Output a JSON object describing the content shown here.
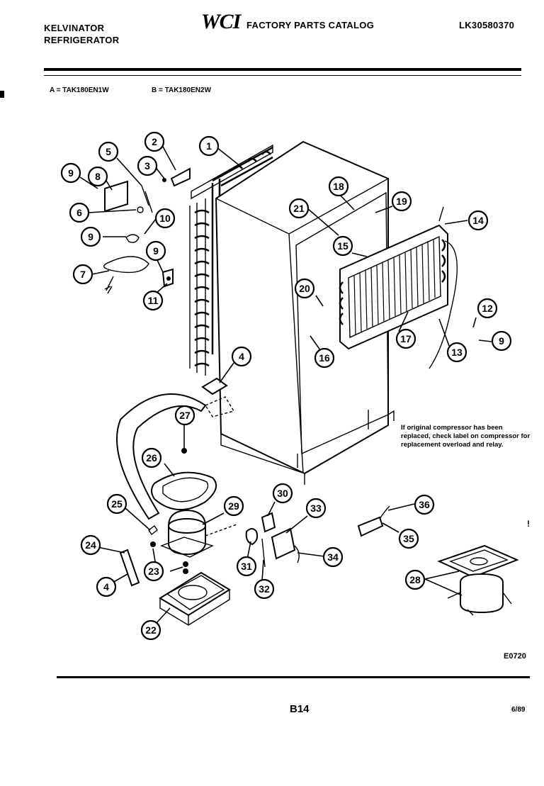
{
  "header": {
    "brand_line1": "KELVINATOR",
    "brand_line2": "REFRIGERATOR",
    "logo_text": "WCI",
    "catalog_title": "FACTORY PARTS CATALOG",
    "catalog_number": "LK30580370"
  },
  "models": {
    "a": "A = TAK180EN1W",
    "b": "B = TAK180EN2W"
  },
  "note": "If original compressor has been replaced, check label on compressor for replacement overload and relay.",
  "diagram_code": "E0720",
  "footer": {
    "page": "B14",
    "date": "6/89"
  },
  "callouts": [
    "1",
    "2",
    "3",
    "4",
    "4",
    "5",
    "6",
    "7",
    "8",
    "9",
    "9",
    "9",
    "9",
    "10",
    "11",
    "12",
    "13",
    "14",
    "15",
    "16",
    "17",
    "18",
    "19",
    "20",
    "21",
    "22",
    "23",
    "24",
    "25",
    "26",
    "27",
    "28",
    "29",
    "30",
    "31",
    "32",
    "33",
    "34",
    "35",
    "36"
  ],
  "stray_mark": "!"
}
